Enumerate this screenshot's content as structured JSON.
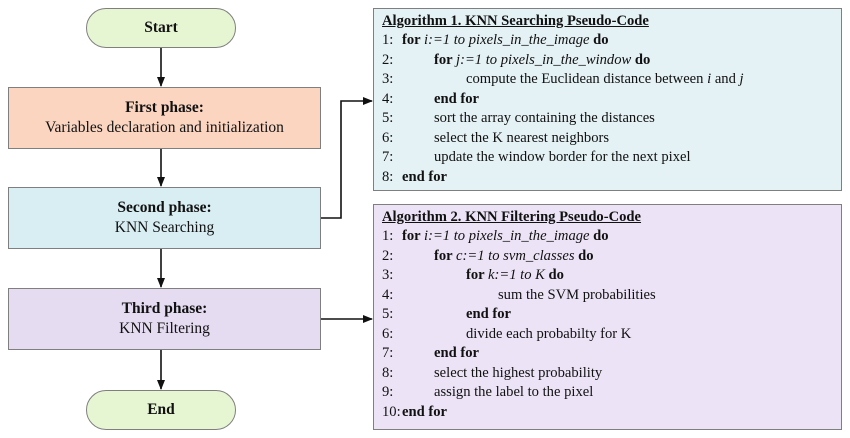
{
  "flowchart": {
    "start": "Start",
    "end": "End",
    "phases": [
      {
        "title": "First phase:",
        "desc": "Variables declaration and initialization"
      },
      {
        "title": "Second phase:",
        "desc": "KNN Searching"
      },
      {
        "title": "Third phase:",
        "desc": "KNN Filtering"
      }
    ]
  },
  "algorithms": [
    {
      "title": "Algorithm 1. KNN Searching Pseudo-Code",
      "lines": [
        {
          "num": "1:",
          "indent": 0,
          "parts": [
            {
              "t": "for ",
              "s": "kw"
            },
            {
              "t": "i:=1 to pixels_in_the_image",
              "s": "it"
            },
            {
              "t": " do",
              "s": "kw"
            }
          ]
        },
        {
          "num": "2:",
          "indent": 1,
          "parts": [
            {
              "t": "for ",
              "s": "kw"
            },
            {
              "t": "j:=1 to pixels_in_the_window",
              "s": "it"
            },
            {
              "t": " do",
              "s": "kw"
            }
          ]
        },
        {
          "num": "3:",
          "indent": 2,
          "parts": [
            {
              "t": "compute the Euclidean distance between ",
              "s": ""
            },
            {
              "t": "i",
              "s": "it"
            },
            {
              "t": " and ",
              "s": ""
            },
            {
              "t": "j",
              "s": "it"
            }
          ]
        },
        {
          "num": "4:",
          "indent": 1,
          "parts": [
            {
              "t": "end for",
              "s": "kw"
            }
          ]
        },
        {
          "num": "5:",
          "indent": 1,
          "parts": [
            {
              "t": "sort the array containing the distances",
              "s": ""
            }
          ]
        },
        {
          "num": "6:",
          "indent": 1,
          "parts": [
            {
              "t": "select the K nearest neighbors",
              "s": ""
            }
          ]
        },
        {
          "num": "7:",
          "indent": 1,
          "parts": [
            {
              "t": "update the window border for the next pixel",
              "s": ""
            }
          ]
        },
        {
          "num": "8:",
          "indent": 0,
          "parts": [
            {
              "t": "end for",
              "s": "kw"
            }
          ]
        }
      ]
    },
    {
      "title": "Algorithm 2. KNN Filtering Pseudo-Code",
      "lines": [
        {
          "num": "1:",
          "indent": 0,
          "parts": [
            {
              "t": "for ",
              "s": "kw"
            },
            {
              "t": "i:=1 to pixels_in_the_image",
              "s": "it"
            },
            {
              "t": " do",
              "s": "kw"
            }
          ]
        },
        {
          "num": "2:",
          "indent": 1,
          "parts": [
            {
              "t": "for ",
              "s": "kw"
            },
            {
              "t": "c:=1 to svm_classes",
              "s": "it"
            },
            {
              "t": " do",
              "s": "kw"
            }
          ]
        },
        {
          "num": "3:",
          "indent": 2,
          "parts": [
            {
              "t": "for ",
              "s": "kw"
            },
            {
              "t": "k:=1 to K",
              "s": "it"
            },
            {
              "t": " do",
              "s": "kw"
            }
          ]
        },
        {
          "num": "4:",
          "indent": 3,
          "parts": [
            {
              "t": "sum the SVM probabilities",
              "s": ""
            }
          ]
        },
        {
          "num": "5:",
          "indent": 2,
          "parts": [
            {
              "t": "end for",
              "s": "kw"
            }
          ]
        },
        {
          "num": "6:",
          "indent": 2,
          "parts": [
            {
              "t": "divide each probabilty for K",
              "s": ""
            }
          ]
        },
        {
          "num": "7:",
          "indent": 1,
          "parts": [
            {
              "t": "end for",
              "s": "kw"
            }
          ]
        },
        {
          "num": "8:",
          "indent": 1,
          "parts": [
            {
              "t": "select the highest probability",
              "s": ""
            }
          ]
        },
        {
          "num": "9:",
          "indent": 1,
          "parts": [
            {
              "t": "assign the label to the pixel",
              "s": ""
            }
          ]
        },
        {
          "num": "10:",
          "indent": 0,
          "parts": [
            {
              "t": "end for",
              "s": "kw"
            }
          ]
        }
      ]
    }
  ]
}
